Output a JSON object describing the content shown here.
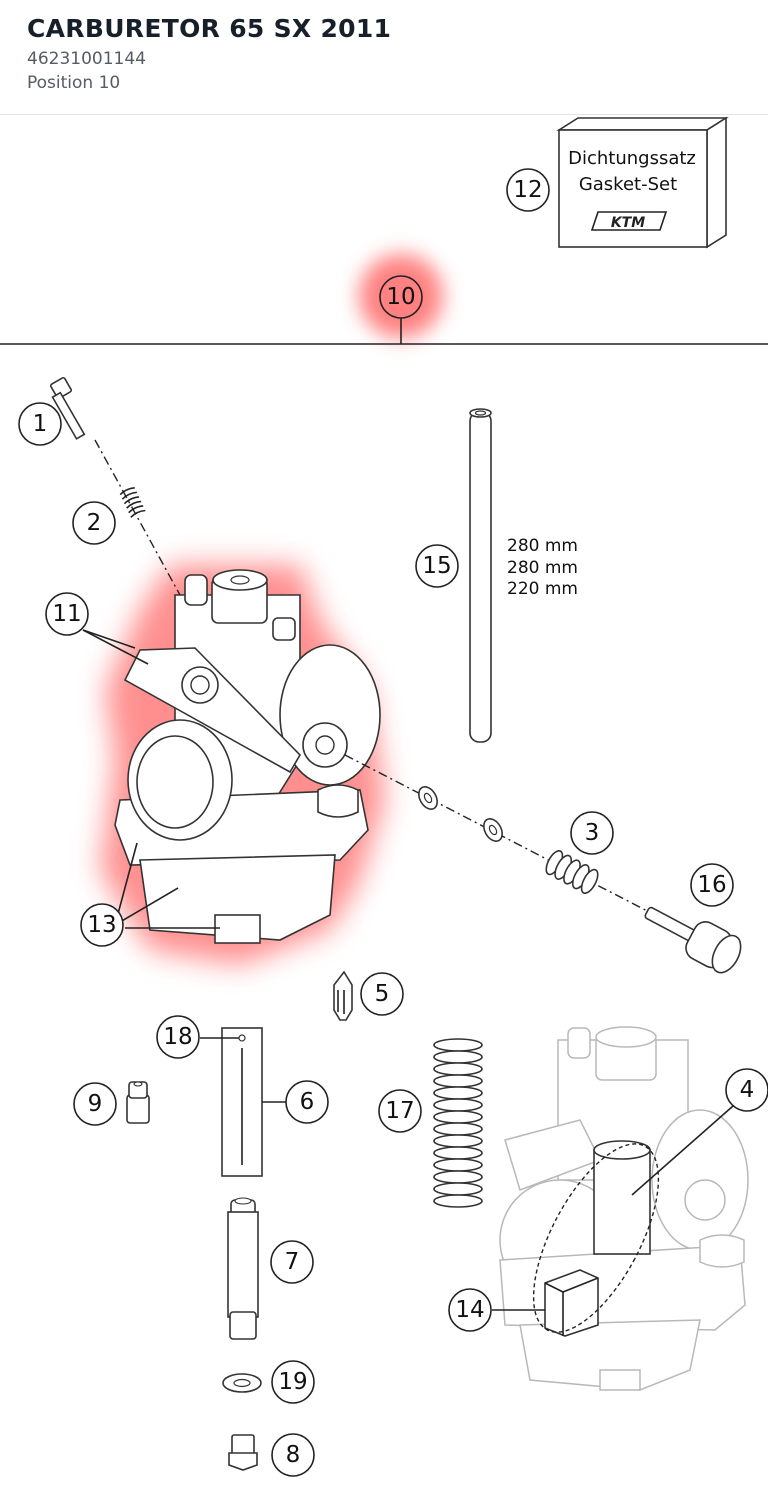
{
  "header": {
    "title": "CARBURETOR 65 SX 2011",
    "part_number": "46231001144",
    "position": "Position 10"
  },
  "diagram": {
    "gasket_box": {
      "line1": "Dichtungssatz",
      "line2": "Gasket-Set",
      "brand": "KTM"
    },
    "hose_lengths": [
      "280 mm",
      "280 mm",
      "220 mm"
    ],
    "callouts": [
      "1",
      "2",
      "3",
      "4",
      "5",
      "6",
      "7",
      "8",
      "9",
      "10",
      "11",
      "12",
      "13",
      "14",
      "15",
      "16",
      "17",
      "18",
      "19"
    ],
    "highlighted": [
      "10"
    ],
    "highlight_color": "#ff6b6b"
  }
}
